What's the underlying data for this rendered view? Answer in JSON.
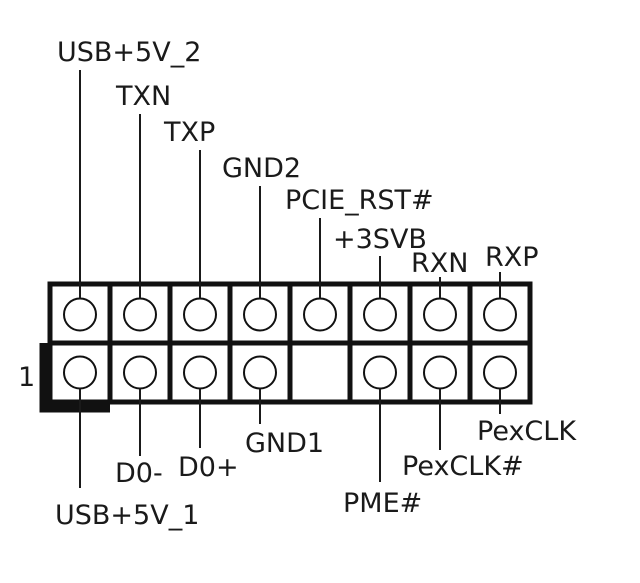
{
  "diagram": {
    "title": "",
    "pin1_marker": "1",
    "colors": {
      "ink": "#111111",
      "background": "#ffffff"
    },
    "top_row": [
      {
        "label": "USB+5V_2"
      },
      {
        "label": "TXN"
      },
      {
        "label": "TXP"
      },
      {
        "label": "GND2"
      },
      {
        "label": "PCIE_RST#"
      },
      {
        "label": "+3SVB"
      },
      {
        "label": "RXN"
      },
      {
        "label": "RXP"
      }
    ],
    "bottom_row": [
      {
        "label": "USB+5V_1",
        "has_pin": true
      },
      {
        "label": "D0-",
        "has_pin": true
      },
      {
        "label": "D0+",
        "has_pin": true
      },
      {
        "label": "GND1",
        "has_pin": true
      },
      {
        "label": "",
        "has_pin": false
      },
      {
        "label": "PME#",
        "has_pin": true
      },
      {
        "label": "PexCLK#",
        "has_pin": true
      },
      {
        "label": "PexCLK",
        "has_pin": true
      }
    ]
  }
}
